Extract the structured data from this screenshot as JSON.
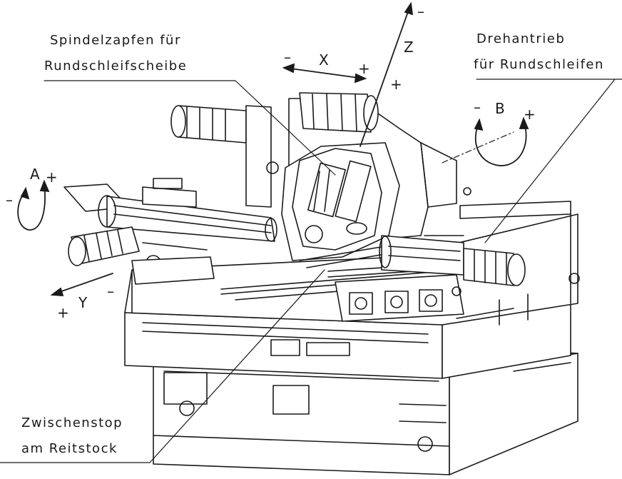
{
  "labels": {
    "spindle_line1": "Spindelzapfen für",
    "spindle_line2": "Rundschleifscheibe",
    "drive_line1": "Drehantrieb",
    "drive_line2": "für Rundschleifen",
    "stop_line1": "Zwischenstop",
    "stop_line2": "am Reitstock"
  },
  "axes": {
    "x": "X",
    "y": "Y",
    "z": "Z",
    "a": "A",
    "b": "B",
    "plus": "+",
    "minus": "–"
  },
  "colors": {
    "ink": "#1a1a1a",
    "background": "#ffffff"
  }
}
